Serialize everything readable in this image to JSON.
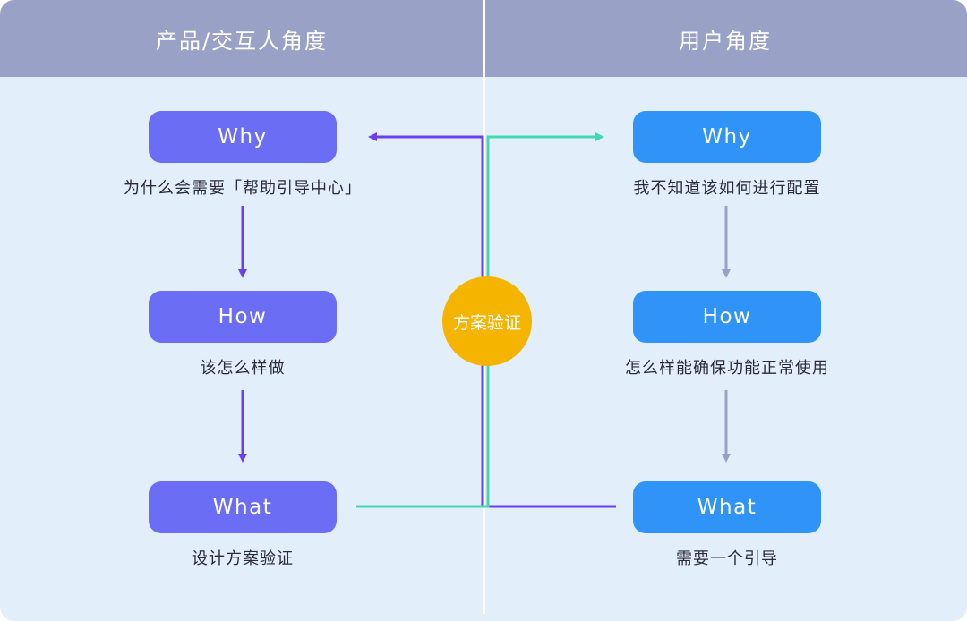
{
  "headers": {
    "left": "产品/交互人角度",
    "right": "用户角度"
  },
  "product": {
    "why": {
      "label": "Why",
      "caption": "为什么会需要「帮助引导中心」"
    },
    "how": {
      "label": "How",
      "caption": "该怎么样做"
    },
    "what": {
      "label": "What",
      "caption": "设计方案验证"
    }
  },
  "user": {
    "why": {
      "label": "Why",
      "caption": "我不知道该如何进行配置"
    },
    "how": {
      "label": "How",
      "caption": "怎么样能确保功能正常使用"
    },
    "what": {
      "label": "What",
      "caption": "需要一个引导"
    }
  },
  "center_badge": "方案验证",
  "colors": {
    "header_bg": "#9aa1c6",
    "canvas_bg": "#e3eefb",
    "product_node": "#6c6df5",
    "user_node": "#2f93f7",
    "purple_line": "#6a40ee",
    "teal_line": "#45d6b6",
    "user_arrow": "#9aa1c6",
    "badge": "#f5b400"
  }
}
